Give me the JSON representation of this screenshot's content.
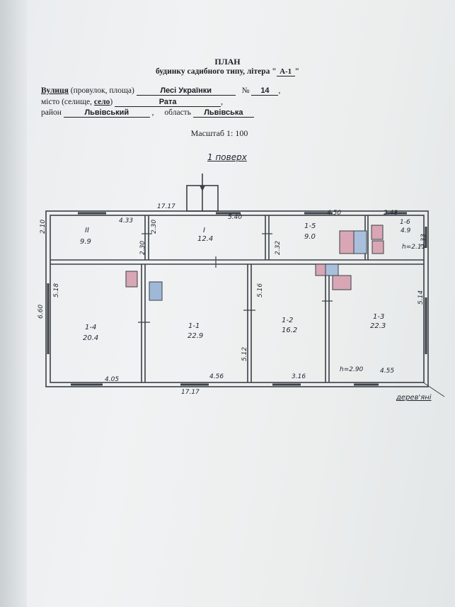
{
  "header": {
    "title": "ПЛАН",
    "subtitle_prefix": "будинку садибного типу, літера \"",
    "litera": "А-1",
    "subtitle_suffix": "\""
  },
  "address": {
    "street_label": "Вулиця",
    "street_types": " (провулок, площа) ",
    "street_value": "Лесі Українки",
    "number_label": "№",
    "number_value": "14",
    "city_label": "місто (селище, ",
    "city_village": "село",
    "city_close": ")",
    "city_value": "Рата",
    "district_label": "район",
    "district_value": "Львівський",
    "region_label": "область",
    "region_value": "Львівська"
  },
  "scale": "Масштаб 1: 100",
  "floor_label": "1 поверх",
  "plan": {
    "overall_top": "17.17",
    "overall_bottom": "17.17",
    "material_note": "дерев'яні",
    "rooms": [
      {
        "id": "ІІ",
        "area": "9.9"
      },
      {
        "id": "І",
        "area": "12.4"
      },
      {
        "id": "1-5",
        "area": "9.0"
      },
      {
        "id": "1-6",
        "area": "4.9"
      },
      {
        "id": "1-4",
        "area": "20.4"
      },
      {
        "id": "1-1",
        "area": "22.9"
      },
      {
        "id": "1-2",
        "area": "16.2"
      },
      {
        "id": "1-3",
        "area": "22.3"
      }
    ],
    "dims": {
      "d433": "4.33",
      "d540": "5.40",
      "d450": "4.50",
      "d248": "2.48",
      "d210": "2.10",
      "d230a": "2.30",
      "d230b": "2.30",
      "d232": "2.32",
      "d233": "2.33",
      "h211": "h=2.11",
      "d518": "5.18",
      "d660": "6.60",
      "d516": "5.16",
      "d512": "5.12",
      "d514": "5.14",
      "d405": "4.05",
      "d456": "4.56",
      "d316": "3.16",
      "d455": "4.55",
      "h290": "h=2.90"
    }
  }
}
